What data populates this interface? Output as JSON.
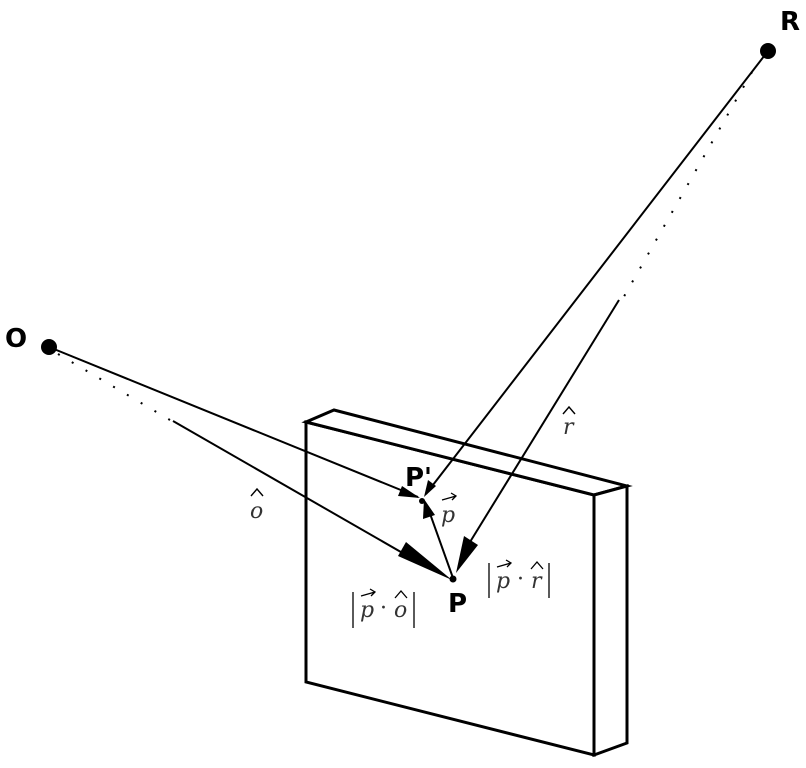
{
  "points": {
    "O": "O",
    "R": "R",
    "P": "P",
    "P_prime": "P'"
  },
  "vectors": {
    "o_hat": "o",
    "r_hat": "r",
    "p_vec": "p"
  },
  "projections": {
    "p_dot_o": {
      "left": "p",
      "dot": "·",
      "right": "o"
    },
    "p_dot_r": {
      "left": "p",
      "dot": "·",
      "right": "r"
    }
  },
  "colors": {
    "ink": "#000000",
    "math_ink": "#333333",
    "background": "#ffffff"
  }
}
